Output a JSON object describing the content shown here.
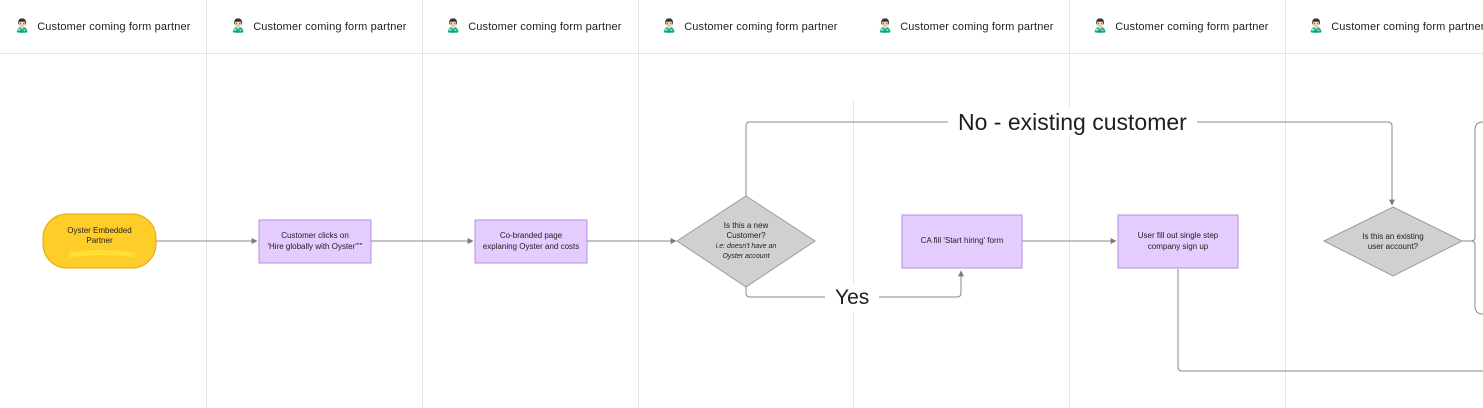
{
  "lanes": [
    {
      "emoji": "🙎🏻‍♂️",
      "title": "Customer coming form partner"
    },
    {
      "emoji": "🙎🏻‍♂️",
      "title": "Customer coming form partner"
    },
    {
      "emoji": "🙎🏻‍♂️",
      "title": "Customer coming form partner"
    },
    {
      "emoji": "🙎🏻‍♂️",
      "title": "Customer coming form partner"
    },
    {
      "emoji": "🙎🏻‍♂️",
      "title": "Customer coming form partner"
    },
    {
      "emoji": "🙎🏻‍♂️",
      "title": "Customer coming form partner"
    },
    {
      "emoji": "🙎🏻‍♂️",
      "title": "Customer coming form partner"
    }
  ],
  "nodes": {
    "partner": {
      "line1": "Oyster Embedded",
      "line2": "Partner"
    },
    "clicks": {
      "line1": "Customer clicks on",
      "line2": "'Hire globally with Oyster'\"\""
    },
    "cobranded": {
      "line1": "Co-branded page",
      "line2": "explaning Oyster and costs"
    },
    "new_customer": {
      "line1": "Is this a new",
      "line2": "Customer?",
      "sub1": "i.e: doesn't have an",
      "sub2": "Oyster account"
    },
    "ca_form": {
      "text": "CA fill 'Start hiring' form"
    },
    "signup": {
      "line1": "User fill out single step",
      "line2": "company sign up"
    },
    "existing_account": {
      "line1": "Is this an existing",
      "line2": "user account?"
    }
  },
  "edges": {
    "no_label": "No - existing customer",
    "yes_label": "Yes"
  },
  "colors": {
    "terminal_fill": "#ffcd29",
    "terminal_stroke": "#e5a800",
    "process_fill": "#e4ccff",
    "process_stroke": "#b48fe0",
    "decision_fill": "#d0d0d0",
    "decision_stroke": "#9a9a9a",
    "connector": "#7a7a7a",
    "highlight": "#ffe033"
  }
}
